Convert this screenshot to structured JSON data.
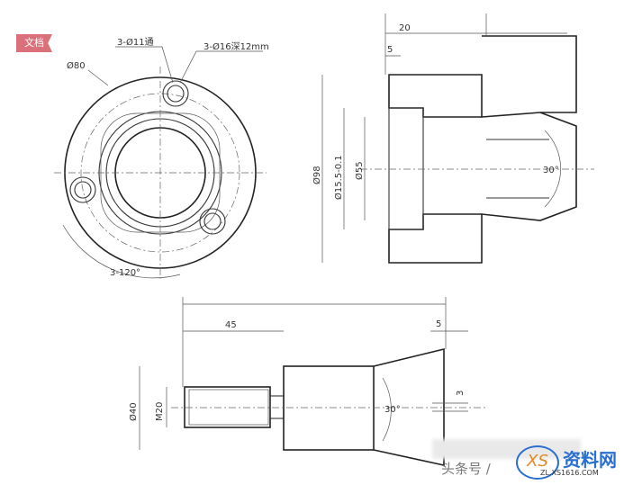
{
  "tag_label": "文档",
  "front_view": {
    "hole_through_label": "3-Ø11通",
    "hole_counterbore_label": "3-Ø16深12mm",
    "outer_dia_label": "Ø80",
    "angle_label": "3-120°"
  },
  "section_view": {
    "length_label": "20",
    "step_label": "5",
    "dia98_label": "Ø98",
    "dia155_label": "Ø15.5-0.1",
    "dia55_label": "Ø55",
    "angle_label": "30°"
  },
  "side_view": {
    "length_label": "45",
    "step_label": "5",
    "dia40_label": "Ø40",
    "thread_label": "M20",
    "angle_label": "30°",
    "slot_label": "3"
  },
  "watermark": {
    "source": "头条号 /",
    "brand": "资料网",
    "url": "ZL.XS1616.COM",
    "logo": "XS"
  }
}
